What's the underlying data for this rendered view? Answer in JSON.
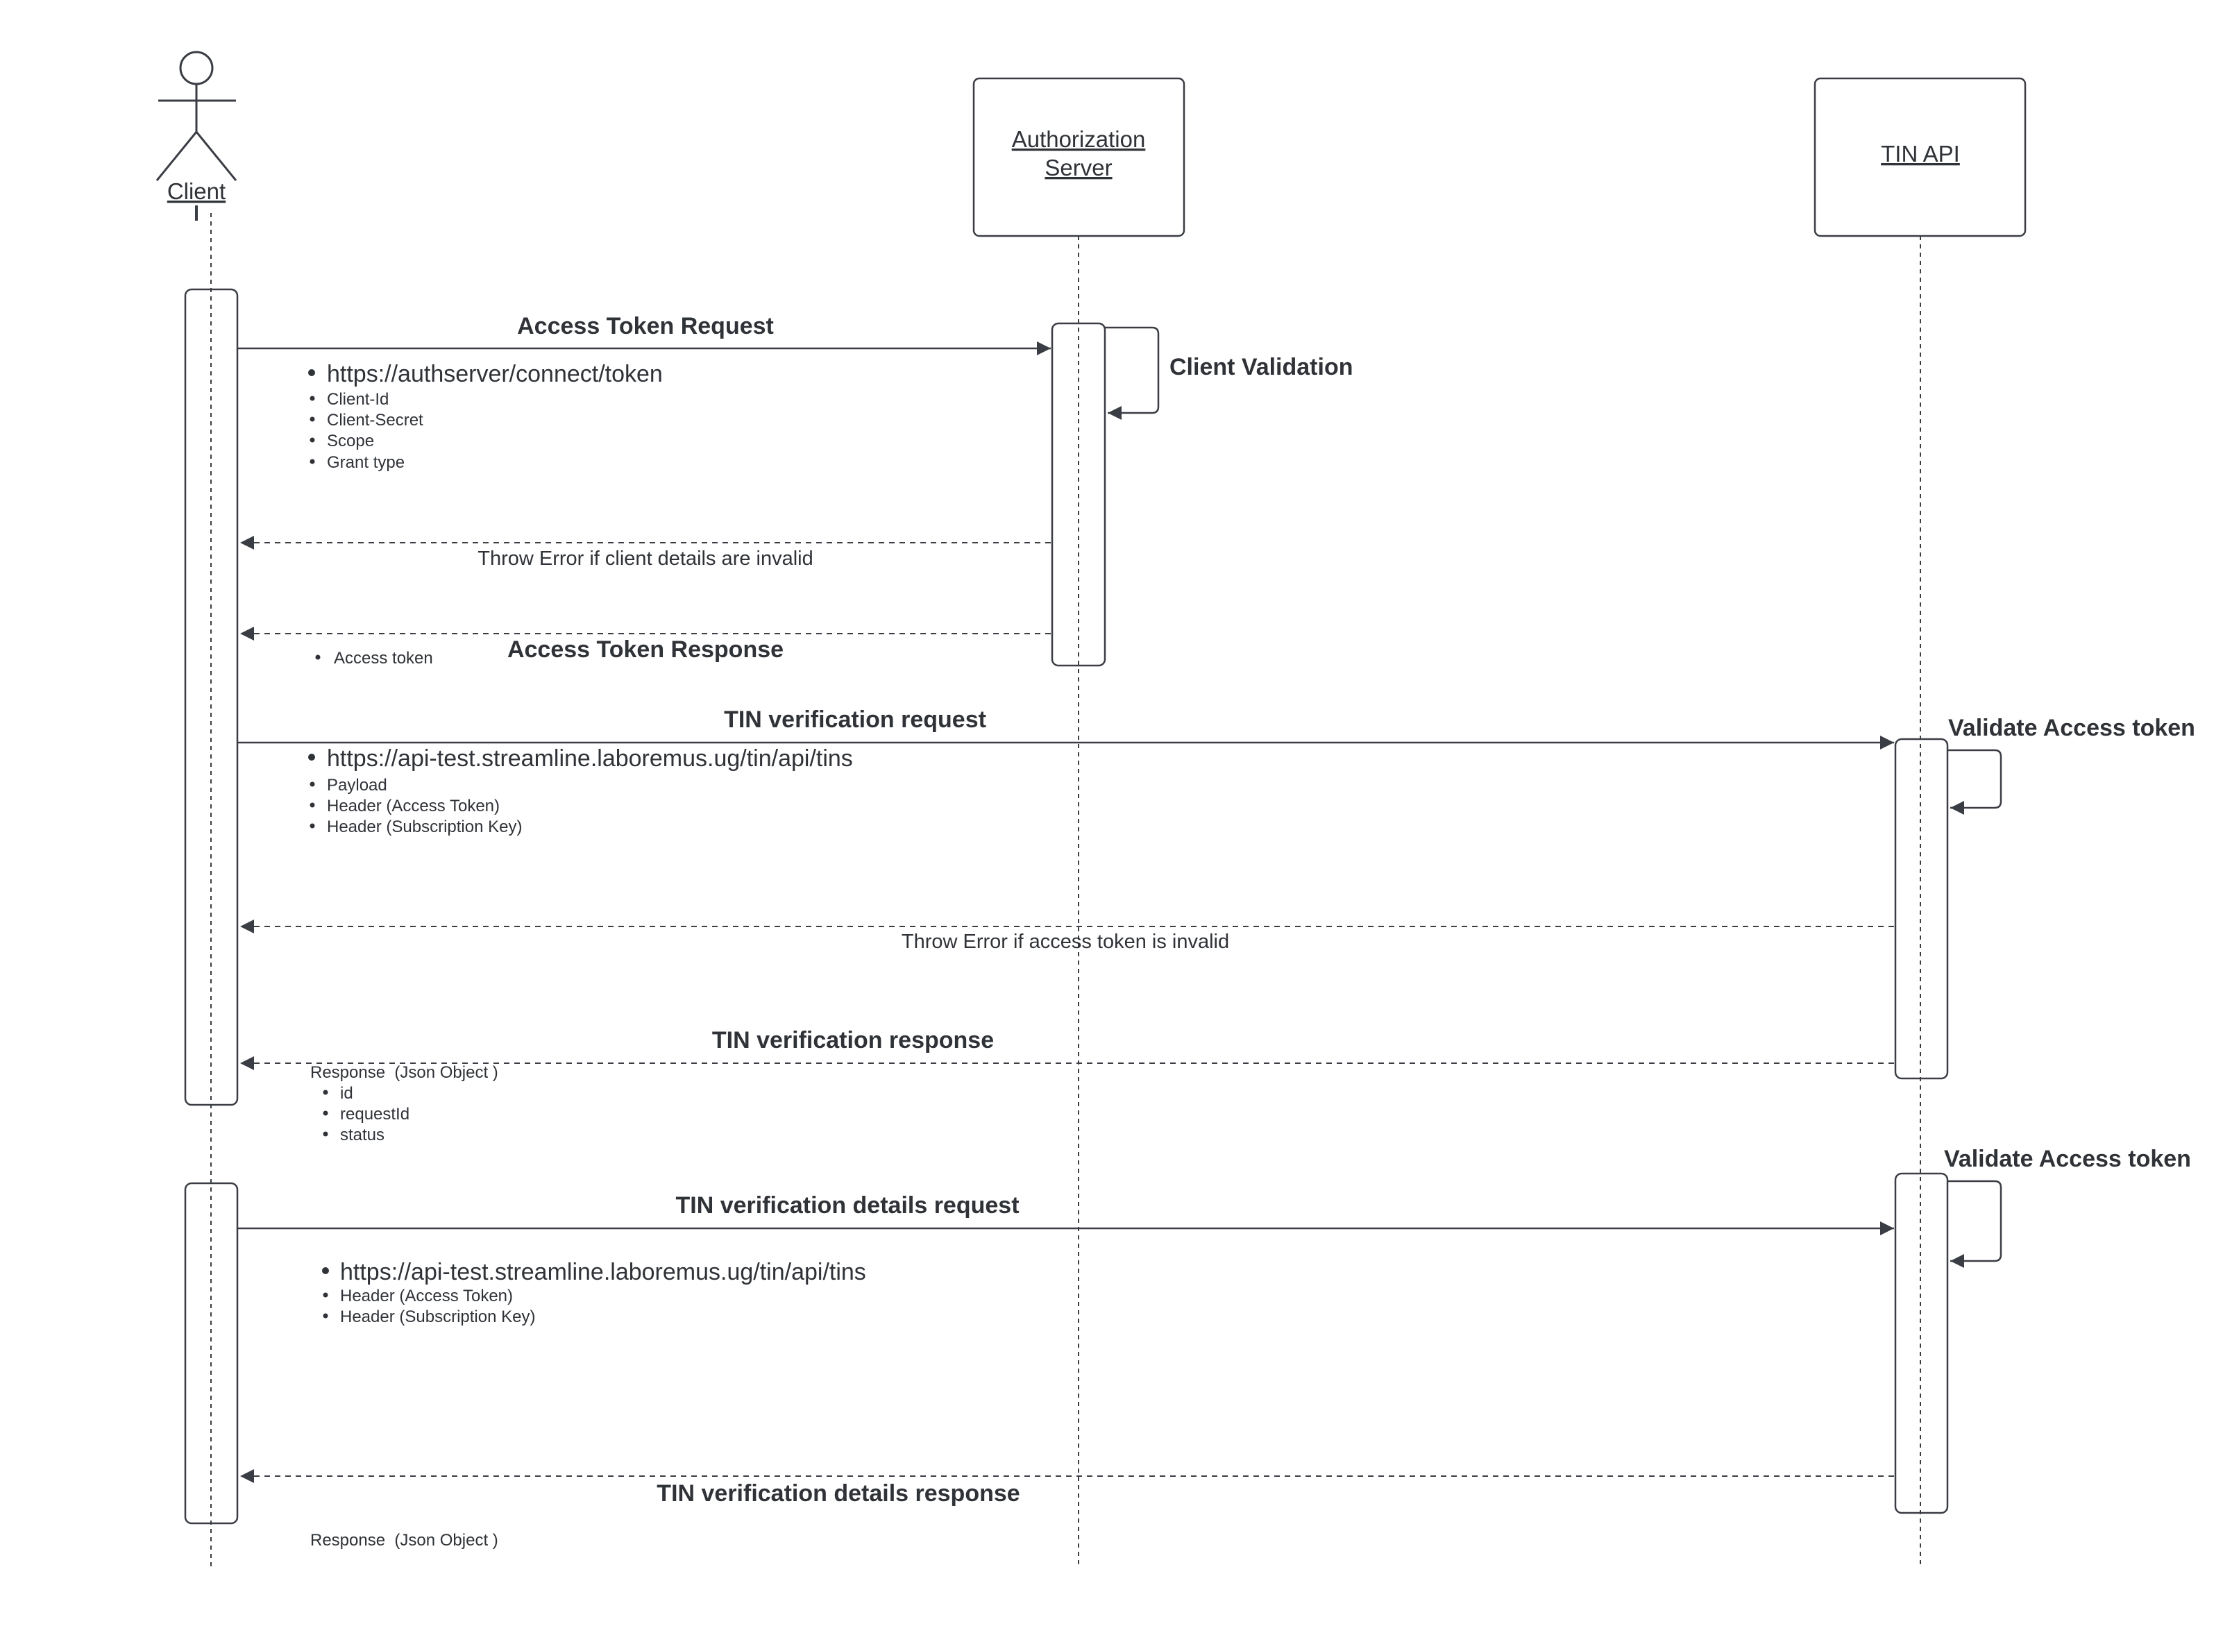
{
  "participants": {
    "client": "Client",
    "auth_line1": "Authorization",
    "auth_line2": "Server",
    "tin": "TIN API"
  },
  "messages": {
    "access_token_request": "Access Token Request",
    "client_validation": "Client Validation",
    "throw_error_client": "Throw Error if client details are invalid",
    "access_token_response": "Access Token Response",
    "tin_verification_request": "TIN verification request",
    "validate_access_token_1": "Validate Access token",
    "throw_error_token": "Throw Error if access token is invalid",
    "tin_verification_response": "TIN verification response",
    "validate_access_token_2": "Validate Access token",
    "tin_details_request": "TIN verification details request",
    "tin_details_response": "TIN verification details response"
  },
  "notes": {
    "token_request": {
      "url": "https://authserver/connect/token",
      "items": [
        "Client-Id",
        "Client-Secret",
        "Scope",
        "Grant type"
      ]
    },
    "token_response": {
      "items": [
        "Access token"
      ]
    },
    "verification_request": {
      "url": "https://api-test.streamline.laboremus.ug/tin/api/tins",
      "items": [
        "Payload",
        "Header (Access Token)",
        "Header (Subscription Key)"
      ]
    },
    "verification_response": {
      "title": "Response  (Json Object )",
      "items": [
        "id",
        "requestId",
        "status"
      ]
    },
    "details_request": {
      "url": "https://api-test.streamline.laboremus.ug/tin/api/tins",
      "items": [
        "Header (Access Token)",
        "Header (Subscription Key)"
      ]
    },
    "details_response": {
      "title": "Response  (Json Object )"
    }
  },
  "colors": {
    "line": "#3a3d44",
    "text": "#2f3237",
    "background": "#ffffff"
  }
}
